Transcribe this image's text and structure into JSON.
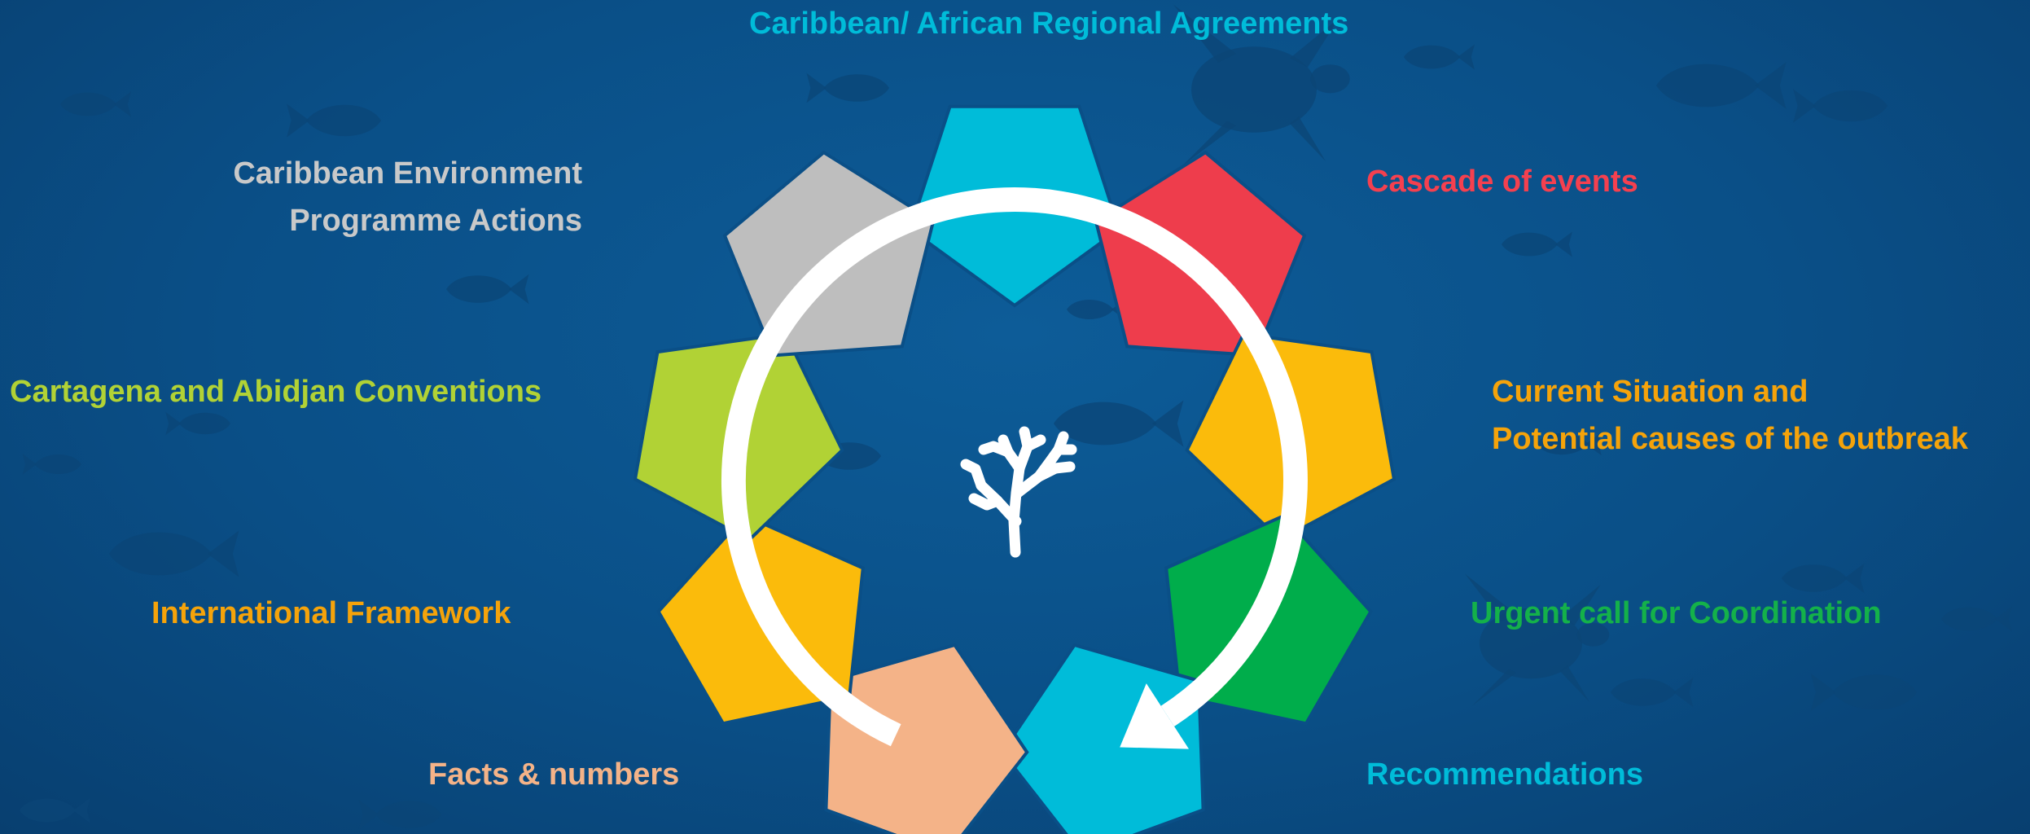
{
  "diagram": {
    "segments": [
      {
        "id": "regional",
        "label_lines": [
          "Caribbean/ African  Regional Agreements"
        ],
        "color": "#00bcd9"
      },
      {
        "id": "cascade",
        "label_lines": [
          "Cascade of events"
        ],
        "color": "#ee3d4c"
      },
      {
        "id": "current",
        "label_lines": [
          "Current Situation and",
          "Potential causes of the outbreak"
        ],
        "color": "#fbbb0b"
      },
      {
        "id": "urgent",
        "label_lines": [
          "Urgent call for Coordination"
        ],
        "color": "#00ad4b"
      },
      {
        "id": "recommendations",
        "label_lines": [
          "Recommendations"
        ],
        "color": "#00bcd9"
      },
      {
        "id": "facts",
        "label_lines": [
          "Facts & numbers"
        ],
        "color": "#f4b388"
      },
      {
        "id": "international",
        "label_lines": [
          "International Framework"
        ],
        "color": "#fbbb0b"
      },
      {
        "id": "conventions",
        "label_lines": [
          "Cartagena and Abidjan Conventions"
        ],
        "color": "#b1d235"
      },
      {
        "id": "cep",
        "label_lines": [
          "Caribbean Environment",
          "Programme Actions"
        ],
        "color": "#bebebe"
      }
    ],
    "center_icon": "coral-icon",
    "cycle_arrow_icon": "circular-arrow-icon",
    "background": "ocean-with-fish-and-turtles"
  }
}
